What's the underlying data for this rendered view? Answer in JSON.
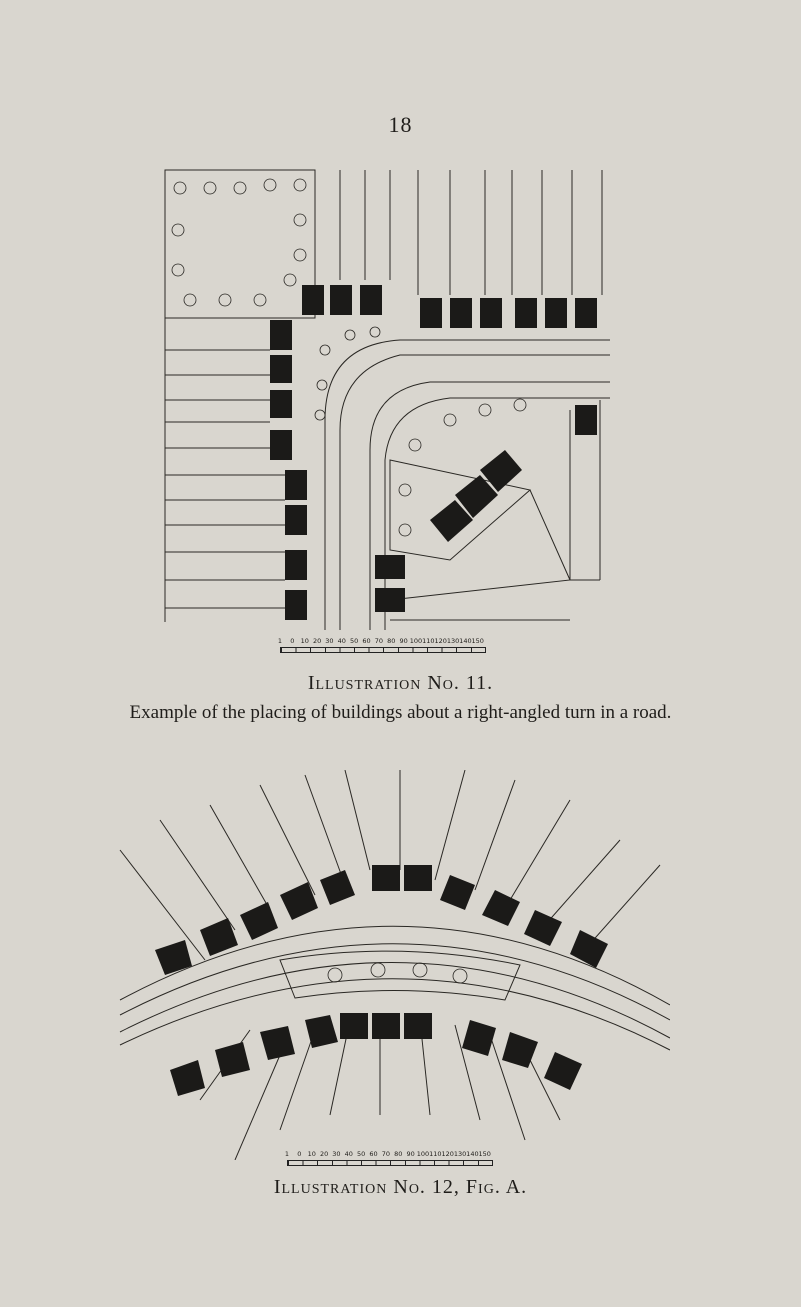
{
  "page": {
    "number": "18"
  },
  "figures": [
    {
      "id": "11",
      "caption": "Illustration No. 11.",
      "description": "Example of the placing of buildings about a right-angled turn in a road.",
      "scale_labels": [
        "1",
        "0",
        "10",
        "20",
        "30",
        "40",
        "50",
        "60",
        "70",
        "80",
        "90",
        "100",
        "110",
        "120",
        "130",
        "140",
        "150"
      ]
    },
    {
      "id": "12",
      "caption": "Illustration No. 12, Fig. A.",
      "description": "",
      "scale_labels": [
        "1",
        "0",
        "10",
        "20",
        "30",
        "40",
        "50",
        "60",
        "70",
        "80",
        "90",
        "100",
        "110",
        "120",
        "130",
        "140",
        "150"
      ]
    }
  ]
}
